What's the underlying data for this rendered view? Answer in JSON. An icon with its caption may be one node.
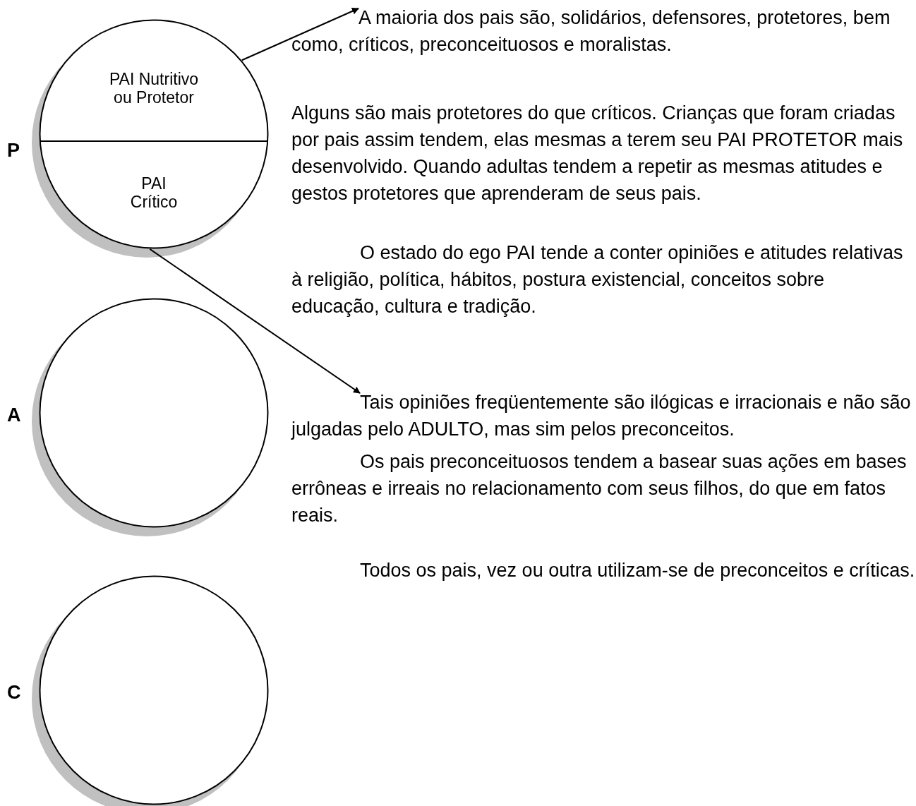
{
  "diagram": {
    "nodes": [
      {
        "text": [
          "PAI Nutritivo ou Protetor",
          "PAI Crítico"
        ],
        "beside": [
          "P"
        ]
      },
      {
        "text": [
          "A maioria dos pais são, solidários, defensores, protetores, bem como, críticos, preconceituosos e moralistas."
        ]
      },
      {
        "text": [
          "Tais opiniões freqüentemente são ilógicas e irracionais e não são julgadas pelo ADULTO, mas sim pelos preconceitos."
        ]
      },
      {
        "text": [],
        "shape": "circle",
        "beside": [
          "A"
        ]
      },
      {
        "text": [],
        "shape": "circle",
        "beside": [
          "C"
        ]
      }
    ],
    "edges": [
      {
        "from": 0,
        "to": 1,
        "arrow": "to"
      },
      {
        "from": 0,
        "to": 2,
        "arrow": "to"
      }
    ],
    "labels": [
      "Alguns são mais protetores do que críticos. Crianças que foram criadas por pais assim tendem, elas mesmas a terem seu PAI PROTETOR mais desenvolvido. Quando adultas tendem a repetir as mesmas atitudes e gestos protetores que aprenderam de seus pais.",
      "O estado do ego PAI tende a conter opiniões e atitudes relativas à religião, política, hábitos, postura existencial, conceitos sobre educação, cultura e tradição.",
      "Os pais preconceituosos tendem a basear suas ações em bases errôneas e irreais no relacionamento com seus filhos, do que em fatos reais.",
      "Todos os pais, vez ou outra utilizam-se de preconceitos e críticas."
    ]
  }
}
